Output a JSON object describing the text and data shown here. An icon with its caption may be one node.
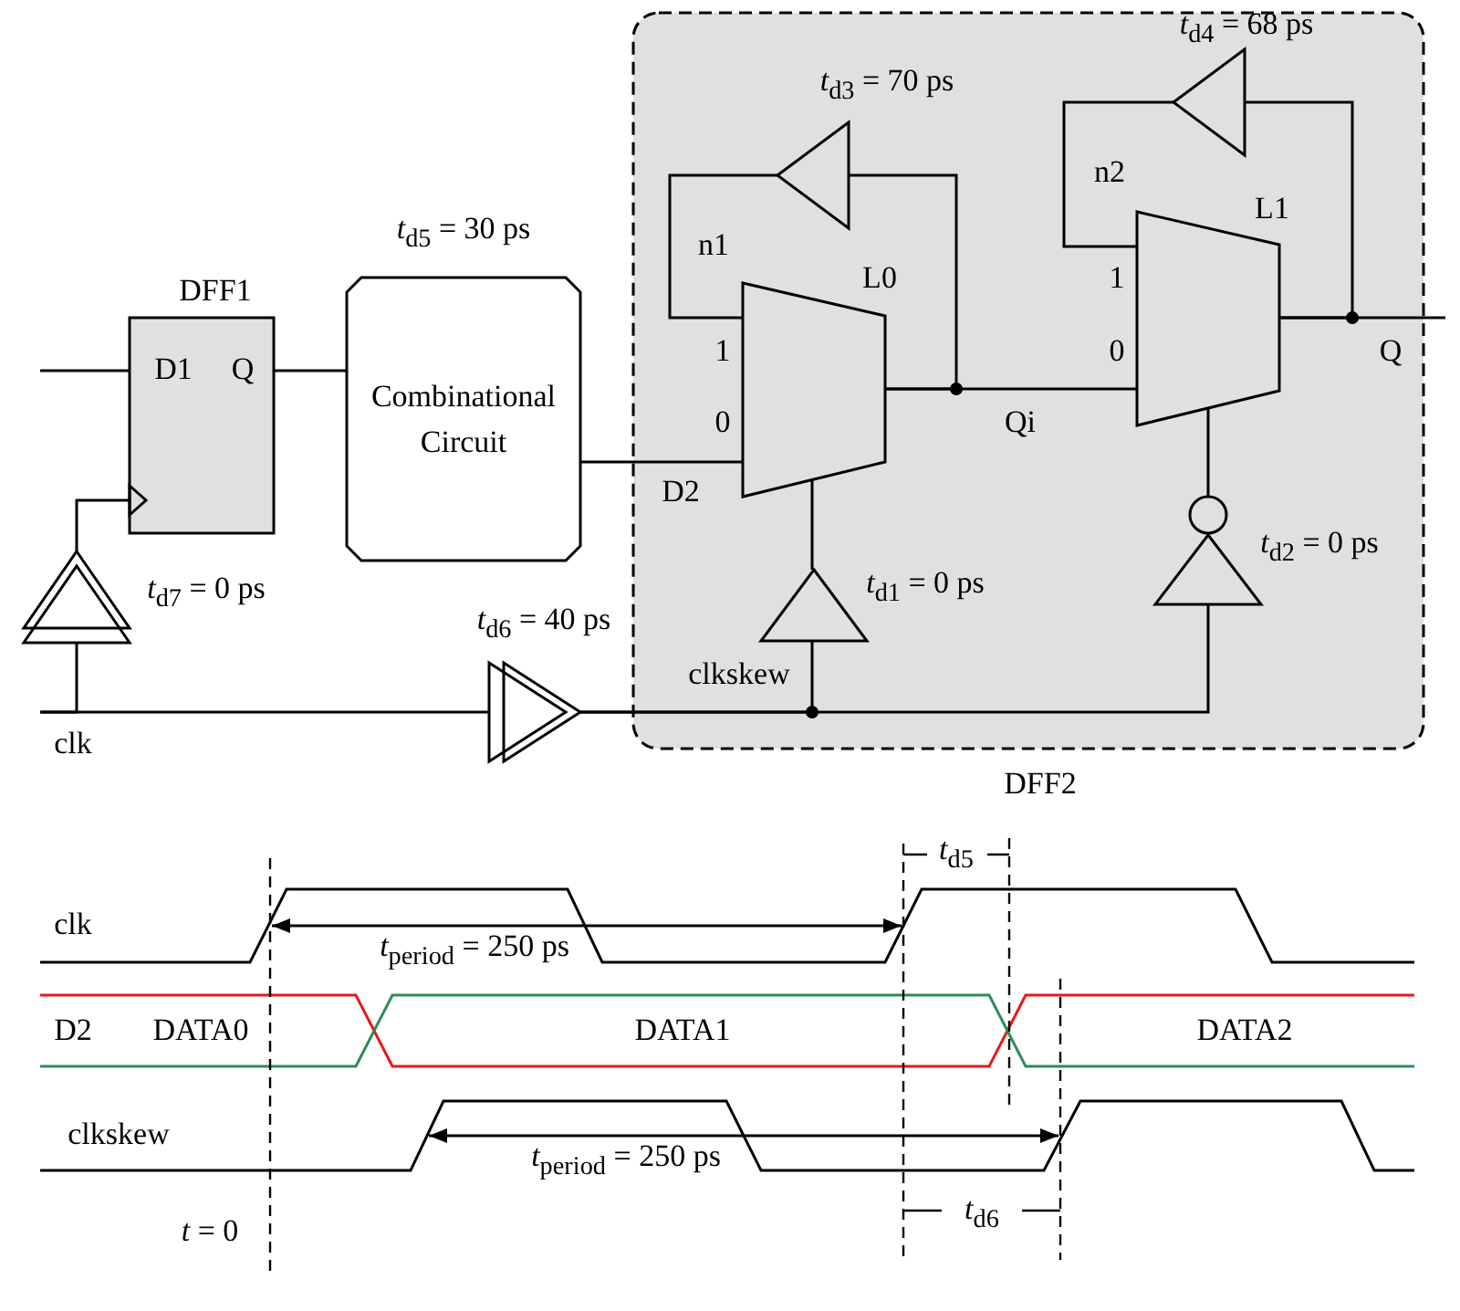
{
  "diagram": {
    "nodes": [
      {
        "text": [
          "DFF1",
          "D1",
          "Q"
        ]
      },
      {
        "text": [
          "Combinational Circuit"
        ],
        "beside": [
          "*t*$_{d5}$ = 30 ps"
        ]
      },
      {
        "text": [
          "DFF2"
        ]
      },
      {
        "text": [
          "L0",
          "1",
          "0"
        ],
        "in": 2
      },
      {
        "text": [
          "L1",
          "1",
          "0"
        ],
        "in": 2
      },
      {
        "text": [],
        "shape": "triangle",
        "in": 2,
        "beside": [
          "*t*$_{d3}$ = 70 ps"
        ]
      },
      {
        "text": [],
        "shape": "triangle",
        "in": 2,
        "beside": [
          "*t*$_{d4}$ = 68 ps"
        ]
      },
      {
        "text": [],
        "shape": "triangle",
        "in": 2,
        "beside": [
          "*t*$_{d1}$ = 0 ps"
        ]
      },
      {
        "text": [],
        "shape": "triangle",
        "in": 2,
        "beside": [
          "*t*$_{d2}$ = 0 ps"
        ]
      },
      {
        "text": [],
        "shape": "triangle",
        "beside": [
          "*t*$_{d7}$ = 0 ps"
        ]
      },
      {
        "text": [],
        "shape": "triangle",
        "beside": [
          "*t*$_{d6}$ = 40 ps"
        ]
      }
    ],
    "edges": [
      {
        "from": null,
        "to": 0,
        "arrow": "none"
      },
      {
        "from": 0,
        "to": 1,
        "arrow": "none"
      },
      {
        "from": 1,
        "to": 3,
        "arrow": "none",
        "label": "D2"
      },
      {
        "from": 3,
        "to": 4,
        "arrow": "none",
        "label": "Qi"
      },
      {
        "from": 3,
        "to": 5,
        "arrow": "none"
      },
      {
        "from": 5,
        "to": 3,
        "arrow": "none",
        "label": "n1"
      },
      {
        "from": 4,
        "to": 6,
        "arrow": "none"
      },
      {
        "from": 6,
        "to": 4,
        "arrow": "none",
        "label": "n2"
      },
      {
        "from": 4,
        "to": null,
        "arrow": "none",
        "label": "Q"
      },
      {
        "from": null,
        "to": 9,
        "arrow": "none",
        "label": "clk"
      },
      {
        "from": null,
        "to": 10,
        "arrow": "none"
      },
      {
        "from": 9,
        "to": 0,
        "arrow": "none"
      },
      {
        "from": 10,
        "to": 7,
        "arrow": "none",
        "label": "clkskew"
      },
      {
        "from": 10,
        "to": 8,
        "arrow": "none"
      },
      {
        "from": 7,
        "to": 3,
        "arrow": "none"
      },
      {
        "from": 8,
        "to": 4,
        "arrow": "none"
      }
    ],
    "labels": [
      "*t*$_{d5}$",
      "clk",
      "*t*$_{period}$ = 250 ps",
      "D2",
      "DATA0",
      "DATA1",
      "DATA2",
      "clkskew",
      "*t*$_{period}$ = 250 ps",
      "*t* = 0",
      "*t*$_{d6}$"
    ]
  }
}
